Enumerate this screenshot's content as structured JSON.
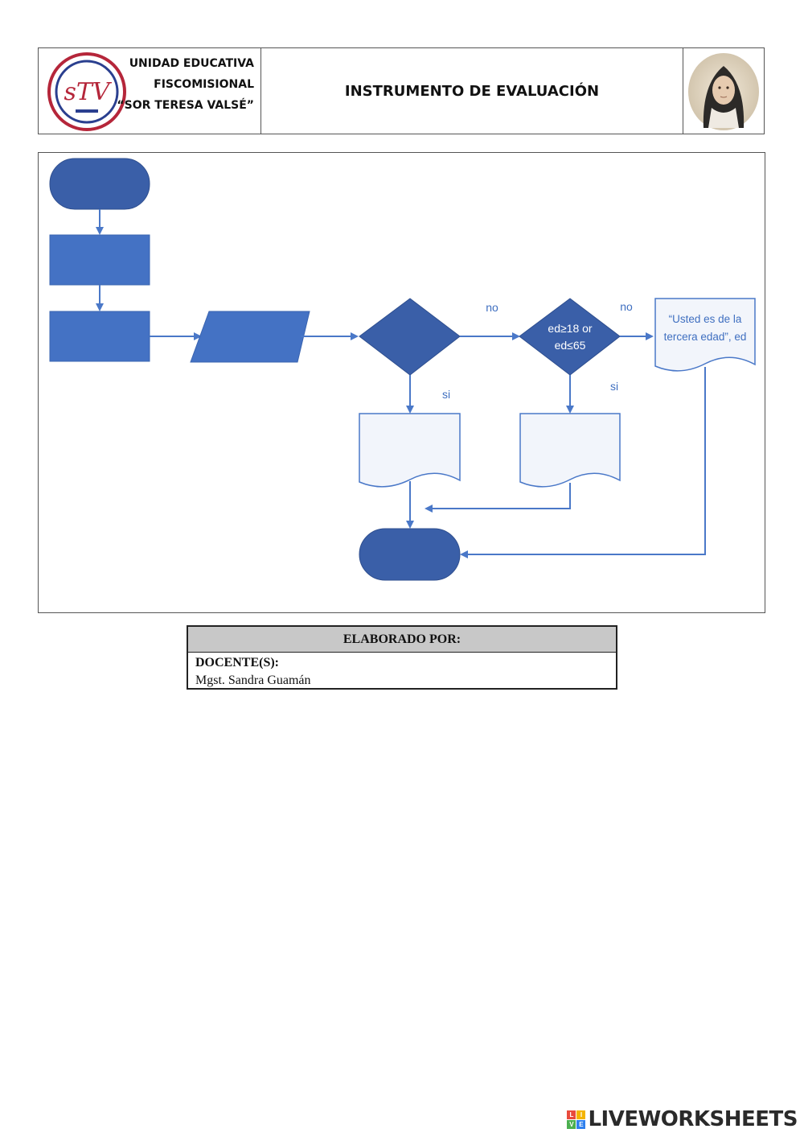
{
  "header": {
    "school_line1": "UNIDAD EDUCATIVA",
    "school_line2": "FISCOMISIONAL",
    "school_line3": "“SOR TERESA VALSÉ”",
    "title": "INSTRUMENTO DE EVALUACIÓN",
    "logo_text": "sTV"
  },
  "flowchart": {
    "decision2_line1": "ed≥18 or",
    "decision2_line2": "ed≤65",
    "doc3_line1": "“Usted es de la",
    "doc3_line2": "tercera edad”, ed",
    "label_no_1": "no",
    "label_no_2": "no",
    "label_si_1": "si",
    "label_si_2": "si",
    "colors": {
      "shape_fill": "#4472c4",
      "dark_fill": "#3a5fa8",
      "line": "#4a78c8",
      "doc_fill": "#f2f5fb",
      "text_blue": "#3f6fc0"
    }
  },
  "elaborado": {
    "heading": "ELABORADO POR:",
    "label": "DOCENTE(S):",
    "name": "Mgst. Sandra Guamán"
  },
  "brand": {
    "text": "LIVEWORKSHEETS"
  }
}
